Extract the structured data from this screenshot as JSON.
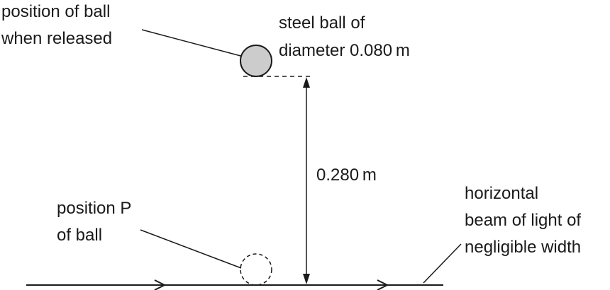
{
  "labels": {
    "release_line1": "position of ball",
    "release_line2": "when released",
    "ball_line1": "steel ball of",
    "ball_line2": "diameter 0.080 m",
    "height": "0.280 m",
    "position_p_line1": "position P",
    "position_p_line2": "of ball",
    "beam_line1": "horizontal",
    "beam_line2": "beam of light of",
    "beam_line3": "negligible width"
  },
  "colors": {
    "ink": "#1a1a1a",
    "ball_fill": "#cccccc"
  }
}
